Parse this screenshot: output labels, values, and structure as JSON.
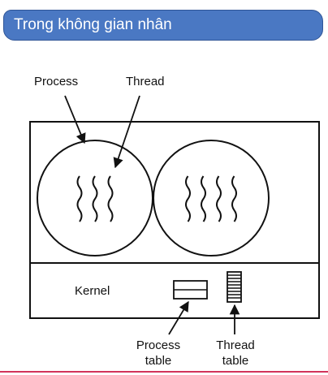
{
  "slide": {
    "title": "Trong không gian nhân",
    "accent_color": "#4a78c3",
    "rule_color": "#d1345b"
  },
  "diagram": {
    "labels": {
      "process": "Process",
      "thread": "Thread",
      "kernel": "Kernel",
      "process_table": "Process\ntable",
      "thread_table": "Thread\ntable"
    },
    "processes": [
      {
        "threads": 3
      },
      {
        "threads": 4
      }
    ]
  }
}
